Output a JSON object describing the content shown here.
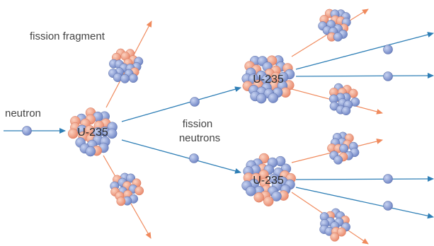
{
  "labels": {
    "neutron": "neutron",
    "fission_fragment": "fission fragment",
    "fission_neutrons_line1": "fission",
    "fission_neutrons_line2": "neutrons",
    "nucleus_1": "U-235",
    "nucleus_2": "U-235",
    "nucleus_3": "U-235"
  },
  "colors": {
    "proton": "#f4a58a",
    "neutron": "#8fa3d8",
    "neutron_arrow": "#2f7fb6",
    "fragment_arrow": "#f08a5d",
    "text": "#444444"
  }
}
